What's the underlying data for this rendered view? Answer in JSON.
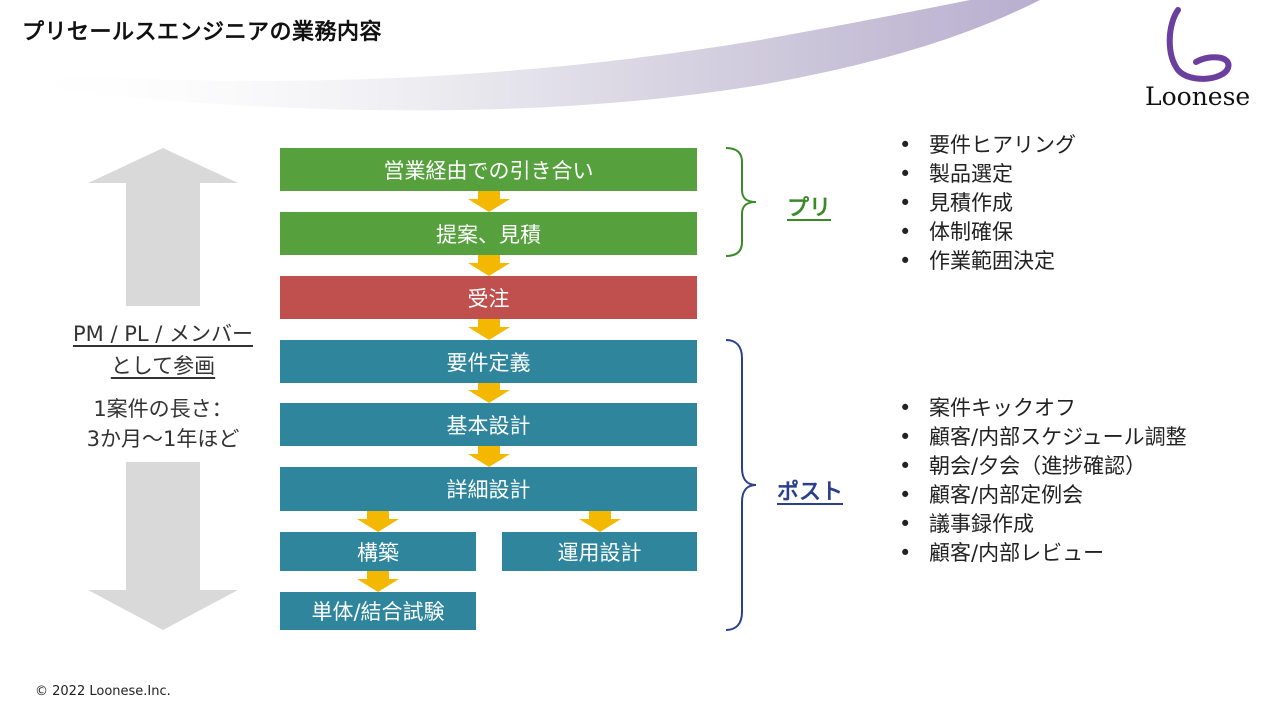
{
  "slide": {
    "title": "プリセールスエンジニアの業務内容",
    "logo_text": "Loonese",
    "footer": "© 2022 Loonese.Inc."
  },
  "left": {
    "role_line1": "PM / PL / メンバー",
    "role_line2": "として参画",
    "duration_line1": "1案件の長さ：",
    "duration_line2": "3か月～1年ほど"
  },
  "flow": {
    "step1": "営業経由での引き合い",
    "step2": "提案、見積",
    "step3": "受注",
    "step4": "要件定義",
    "step5": "基本設計",
    "step6": "詳細設計",
    "step7": "構築",
    "step8": "運用設計",
    "step9": "単体/結合試験"
  },
  "phases": {
    "pre": "プリ",
    "post": "ポスト"
  },
  "pre_tasks": [
    "要件ヒアリング",
    "製品選定",
    "見積作成",
    "体制確保",
    "作業範囲決定"
  ],
  "post_tasks": [
    "案件キックオフ",
    "顧客/内部スケジュール調整",
    "朝会/夕会（進捗確認）",
    "顧客/内部定例会",
    "議事録作成",
    "顧客/内部レビュー"
  ],
  "colors": {
    "pre_phase": "#3a8a2a",
    "post_phase": "#2b3f8c",
    "green_box": "#56a03e",
    "red_box": "#c0504d",
    "teal_box": "#2e859c",
    "arrow": "#f5b800"
  }
}
